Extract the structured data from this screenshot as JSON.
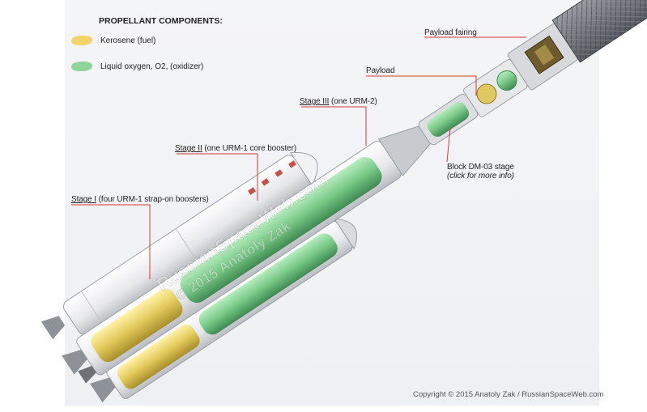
{
  "legend": {
    "title": "PROPELLANT COMPONENTS:",
    "items": [
      {
        "label": "Kerosene (fuel)",
        "color": "#f2d46a"
      },
      {
        "label": "Liquid oxygen, O2, (oxidizer)",
        "color": "#8fd49a"
      }
    ]
  },
  "labels": {
    "payload_fairing": "Payload fairing",
    "payload": "Payload",
    "stage3_name": "Stage III",
    "stage3_desc": " (one URM-2)",
    "stage2_name": "Stage II",
    "stage2_desc": " (one URM-1 core booster)",
    "stage1_name": "Stage I",
    "stage1_desc": " (four URM-1 strap-on boosters)",
    "block_dm": "Block DM-03 stage",
    "block_dm_note": "(click for more info)"
  },
  "colors": {
    "leader_line": "#d23a3a",
    "rocket_body": "#e9eaec",
    "kerosene": "#e8cf5a",
    "lox": "#7fcf8c",
    "fairing_mesh": "#6f7278"
  },
  "copyright": "Copyright © 2015 Anatoly Zak / RussianSpaceWeb.com"
}
